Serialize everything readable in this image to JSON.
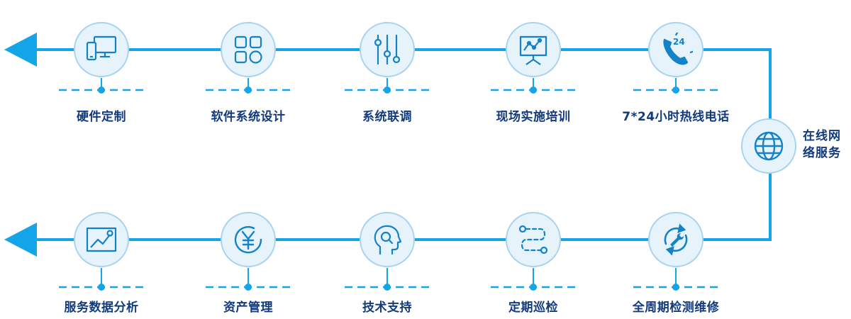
{
  "colors": {
    "line": "#14a4e8",
    "node_fill": "#e6f3fb",
    "node_stroke": "#a8d3ef",
    "icon": "#1482c8",
    "label": "#123a7c"
  },
  "top_row": [
    {
      "label": "硬件定制",
      "icon": "devices-icon"
    },
    {
      "label": "软件系统设计",
      "icon": "apps-grid-icon"
    },
    {
      "label": "系统联调",
      "icon": "sliders-icon"
    },
    {
      "label": "现场实施培训",
      "icon": "presentation-board-icon"
    },
    {
      "label": "7*24小时热线电话",
      "icon": "phone-24-icon"
    }
  ],
  "side": {
    "label_line1": "在线网",
    "label_line2": "络服务",
    "icon": "globe-icon"
  },
  "bottom_row": [
    {
      "label": "服务数据分析",
      "icon": "line-chart-icon"
    },
    {
      "label": "资产管理",
      "icon": "yuan-icon"
    },
    {
      "label": "技术支持",
      "icon": "head-search-icon"
    },
    {
      "label": "定期巡检",
      "icon": "route-icon"
    },
    {
      "label": "全周期检测维修",
      "icon": "wrench-cycle-icon"
    }
  ]
}
